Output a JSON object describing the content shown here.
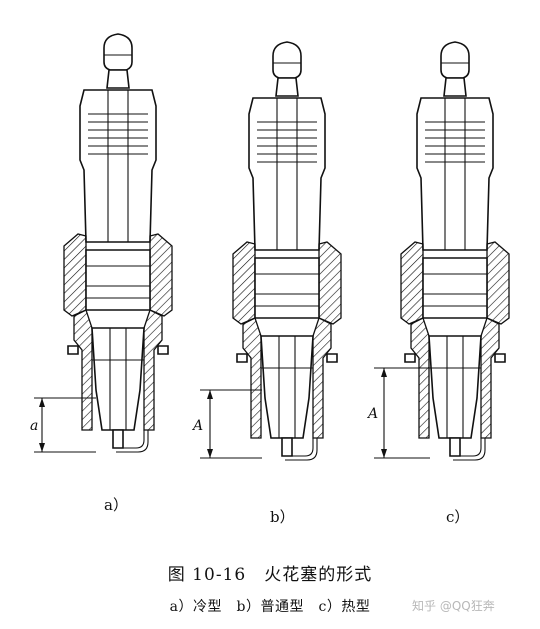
{
  "figure": {
    "panel_labels": [
      "a）",
      "b）",
      "c）"
    ],
    "dimension_labels": [
      "a",
      "A",
      "A"
    ]
  },
  "caption": {
    "title": "图 10-16　火花塞的形式",
    "subtitle": "a）冷型　b）普通型　c）热型"
  },
  "watermark": "知乎 @QQ狂奔"
}
